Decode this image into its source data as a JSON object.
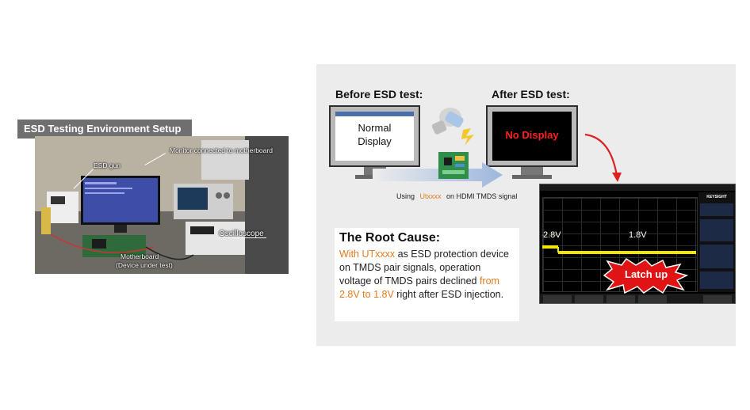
{
  "left": {
    "title": "ESD Testing Environment Setup",
    "labels": {
      "monitor": "Monitor connected to motherboard",
      "esd_gun": "ESD gun",
      "oscilloscope": "Oscilloscope",
      "motherboard_line1": "Motherboard",
      "motherboard_line2": "(Device under test)"
    }
  },
  "right": {
    "before_label": "Before ESD test:",
    "after_label": "After ESD test:",
    "before_screen_line1": "Normal",
    "before_screen_line2": "Display",
    "after_screen": "No Display",
    "using_prefix": "Using",
    "using_part": "Utxxxx",
    "using_suffix": "on HDMI TMDS signal",
    "root_cause": {
      "title": "The Root Cause:",
      "part1": "With UTxxxx",
      "part2": " as ESD protection device on TMDS pair signals, operation voltage of TMDS pairs declined ",
      "part3": "from 2.8V to 1.8V",
      "part4": " right after ESD injection."
    },
    "scope": {
      "v_before": "2.8V",
      "v_after": "1.8V",
      "latch": "Latch up",
      "brand": "KEYSIGHT"
    }
  },
  "colors": {
    "accent_orange": "#e47b1e",
    "no_display_red": "#ff2020",
    "scope_trace": "#f2e600"
  }
}
